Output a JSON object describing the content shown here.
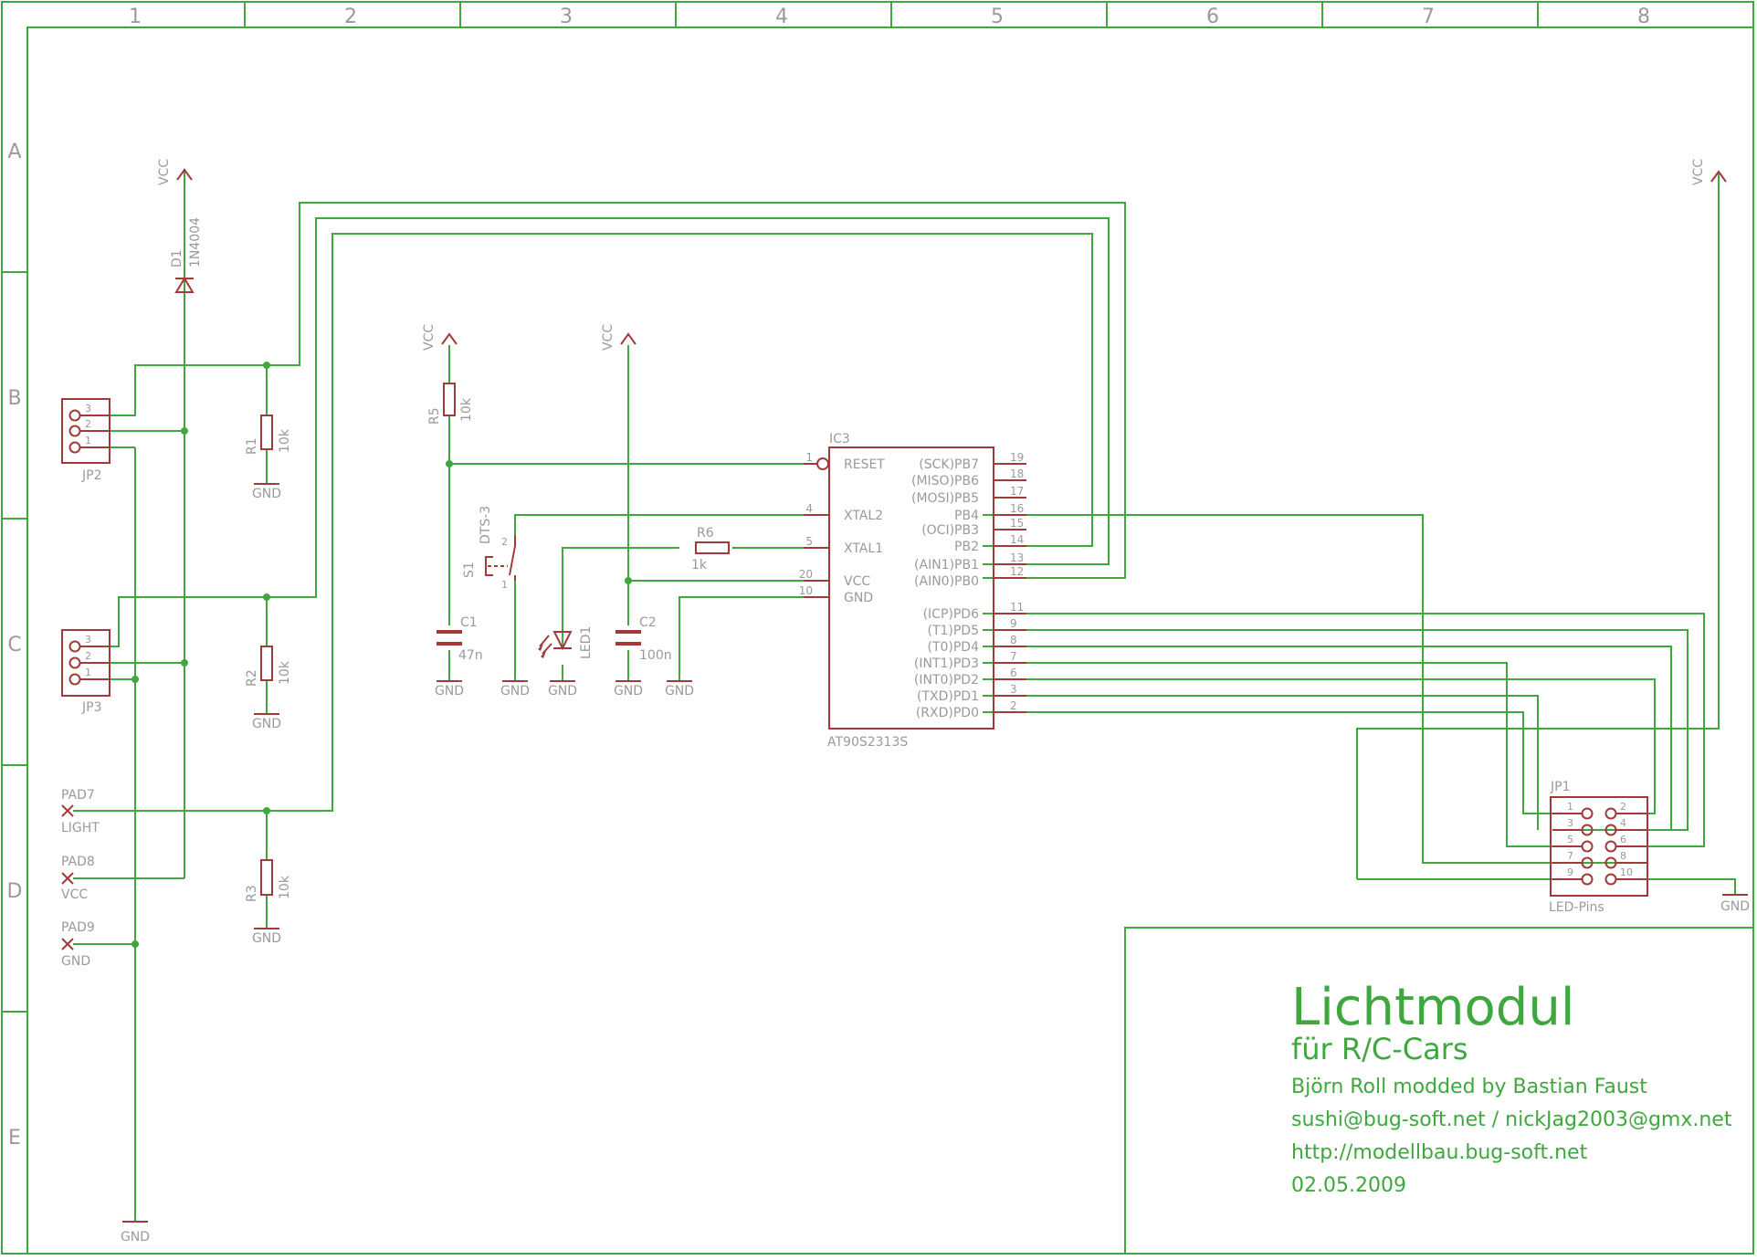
{
  "frame": {
    "columns": [
      "1",
      "2",
      "3",
      "4",
      "5",
      "6",
      "7",
      "8"
    ],
    "rows": [
      "A",
      "B",
      "C",
      "D",
      "E"
    ]
  },
  "title_block": {
    "title": "Lichtmodul",
    "subtitle": "für R/C-Cars",
    "author": "Björn Roll modded by Bastian Faust",
    "email": "sushi@bug-soft.net / nickJag2003@gmx.net",
    "url": "http://modellbau.bug-soft.net",
    "date": "02.05.2009"
  },
  "ic": {
    "ref": "IC3",
    "value": "AT90S2313S",
    "left_pins": [
      {
        "num": "1",
        "name": "RESET"
      },
      {
        "num": "4",
        "name": "XTAL2"
      },
      {
        "num": "5",
        "name": "XTAL1"
      },
      {
        "num": "20",
        "name": "VCC"
      },
      {
        "num": "10",
        "name": "GND"
      }
    ],
    "right_pins": [
      {
        "num": "19",
        "name": "(SCK)PB7"
      },
      {
        "num": "18",
        "name": "(MISO)PB6"
      },
      {
        "num": "17",
        "name": "(MOSI)PB5"
      },
      {
        "num": "16",
        "name": "PB4"
      },
      {
        "num": "15",
        "name": "(OCI)PB3"
      },
      {
        "num": "14",
        "name": "PB2"
      },
      {
        "num": "13",
        "name": "(AIN1)PB1"
      },
      {
        "num": "12",
        "name": "(AIN0)PB0"
      },
      {
        "num": "11",
        "name": "(ICP)PD6"
      },
      {
        "num": "9",
        "name": "(T1)PD5"
      },
      {
        "num": "8",
        "name": "(T0)PD4"
      },
      {
        "num": "7",
        "name": "(INT1)PD3"
      },
      {
        "num": "6",
        "name": "(INT0)PD2"
      },
      {
        "num": "3",
        "name": "(TXD)PD1"
      },
      {
        "num": "2",
        "name": "(RXD)PD0"
      }
    ]
  },
  "labels": {
    "vcc": "VCC",
    "gnd": "GND",
    "d1_ref": "D1",
    "d1_val": "1N4004",
    "r1_ref": "R1",
    "r1_val": "10k",
    "r2_ref": "R2",
    "r2_val": "10k",
    "r3_ref": "R3",
    "r3_val": "10k",
    "r5_ref": "R5",
    "r5_val": "10k",
    "r6_ref": "R6",
    "r6_val": "1k",
    "c1_ref": "C1",
    "c1_val": "47n",
    "c2_ref": "C2",
    "c2_val": "100n",
    "led1_ref": "LED1",
    "s1_ref": "S1",
    "s1_val": "DTS-3",
    "s1_pin1": "1",
    "s1_pin2": "2",
    "jp2_ref": "JP2",
    "jp3_ref": "JP3",
    "jp1_ref": "JP1",
    "jp1_val": "LED-Pins",
    "hdr_pins": [
      "3",
      "2",
      "1"
    ],
    "jp1_left_pins": [
      "1",
      "3",
      "5",
      "7",
      "9"
    ],
    "jp1_right_pins": [
      "2",
      "4",
      "6",
      "8",
      "10"
    ],
    "pad7_ref": "PAD7",
    "pad7_val": "LIGHT",
    "pad8_ref": "PAD8",
    "pad8_val": "VCC",
    "pad9_ref": "PAD9",
    "pad9_val": "GND"
  },
  "colors": {
    "wire": "#3ea83e",
    "symbol": "#a33a3a",
    "text_gray": "#9a9a9a"
  }
}
